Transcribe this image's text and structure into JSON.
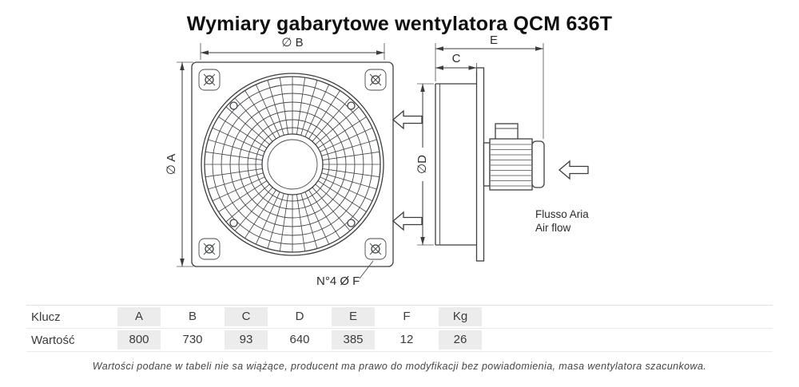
{
  "title": "Wymiary gabarytowe wentylatora QCM 636T",
  "diagram": {
    "dim_b_label": "∅ B",
    "dim_a_label": "∅ A",
    "dim_e_label": "E",
    "dim_c_label": "C",
    "dim_d_label": "∅D",
    "holes_note": "N°4 Ø F",
    "airflow_label_it": "Flusso Aria",
    "airflow_label_en": "Air flow"
  },
  "table": {
    "key_row_label": "Klucz",
    "value_row_label": "Wartość",
    "columns": [
      "A",
      "B",
      "C",
      "D",
      "E",
      "F",
      "Kg"
    ],
    "values": [
      "800",
      "730",
      "93",
      "640",
      "385",
      "12",
      "26"
    ]
  },
  "footer_note": "Wartości podane w tabeli nie sa wiążące, producent ma prawo do modyfikacji bez powiadomienia, masa wentylatora szacunkowa."
}
